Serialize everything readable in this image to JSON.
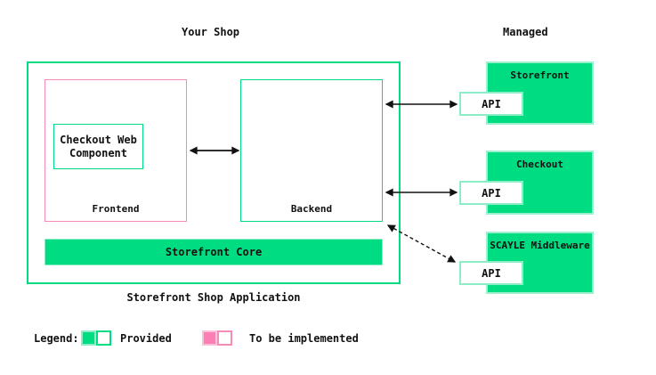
{
  "header": {
    "your_shop_title": "Your Shop",
    "managed_title": "Managed"
  },
  "application": {
    "caption": "Storefront Shop Application",
    "frontend_label": "Frontend",
    "checkout_web_component_label": "Checkout Web Component",
    "backend_label": "Backend",
    "storefront_core_label": "Storefront Core"
  },
  "managed_services": [
    {
      "name": "Storefront",
      "api_label": "API"
    },
    {
      "name": "Checkout",
      "api_label": "API"
    },
    {
      "name": "SCAYLE Middleware",
      "api_label": "API"
    }
  ],
  "connections": [
    {
      "from": "frontend",
      "to": "backend",
      "style": "solid",
      "bidirectional": true
    },
    {
      "from": "backend",
      "to": "storefront-api",
      "style": "solid",
      "bidirectional": true
    },
    {
      "from": "backend",
      "to": "checkout-api",
      "style": "solid",
      "bidirectional": true
    },
    {
      "from": "backend",
      "to": "scayle-middleware-api",
      "style": "dashed",
      "bidirectional": true
    }
  ],
  "legend": {
    "title": "Legend:",
    "provided_label": "Provided",
    "to_be_implemented_label": "To be implemented"
  },
  "colors": {
    "green": "#00DC82",
    "green_light_border": "#8CEDC7",
    "pink_fill": "#FA7FB2",
    "pink_border": "#F78BB8",
    "pink_light_border": "#FBC0DA",
    "arrow": "#111111"
  }
}
